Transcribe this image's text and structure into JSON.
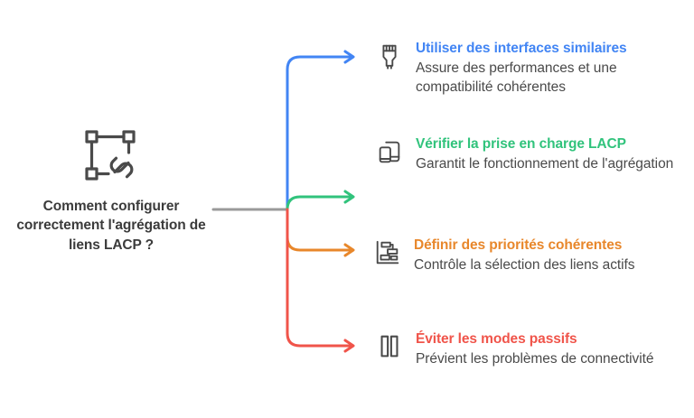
{
  "diagram": {
    "type": "mind-map",
    "orientation": "left-root-right-branches",
    "background_color": "#FFFFFF",
    "root": {
      "label": "Comment configurer correctement l'agrégation de liens LACP ?",
      "icon": "link-selection-icon",
      "text_color": "#3B3B3B",
      "icon_color": "#4A4A4A"
    },
    "trunk": {
      "color": "#9A9A9A",
      "stroke_width": 3
    },
    "branches": [
      {
        "index": 1,
        "title": "Utiliser des interfaces similaires",
        "description": "Assure des performances et une compatibilité cohérentes",
        "icon": "rj45-ethernet-plug-icon",
        "color": "#4285F4",
        "arrow": "arrow-right-icon"
      },
      {
        "index": 2,
        "title": "Vérifier la prise en charge LACP",
        "description": "Garantit le fonctionnement de l'agrégation",
        "icon": "devices-phone-tablet-icon",
        "color": "#31C37C",
        "arrow": "arrow-right-icon"
      },
      {
        "index": 3,
        "title": "Définir des priorités cohérentes",
        "description": "Contrôle la sélection des liens actifs",
        "icon": "gantt-priority-bars-icon",
        "color": "#E8872B",
        "arrow": "arrow-right-icon"
      },
      {
        "index": 4,
        "title": "Éviter les modes passifs",
        "description": "Prévient les problèmes de connectivité",
        "icon": "pause-bars-icon",
        "color": "#F0544A",
        "arrow": "arrow-right-icon"
      }
    ],
    "description_color": "#4A4A4A",
    "icon_stroke_color": "#4A4A4A"
  }
}
